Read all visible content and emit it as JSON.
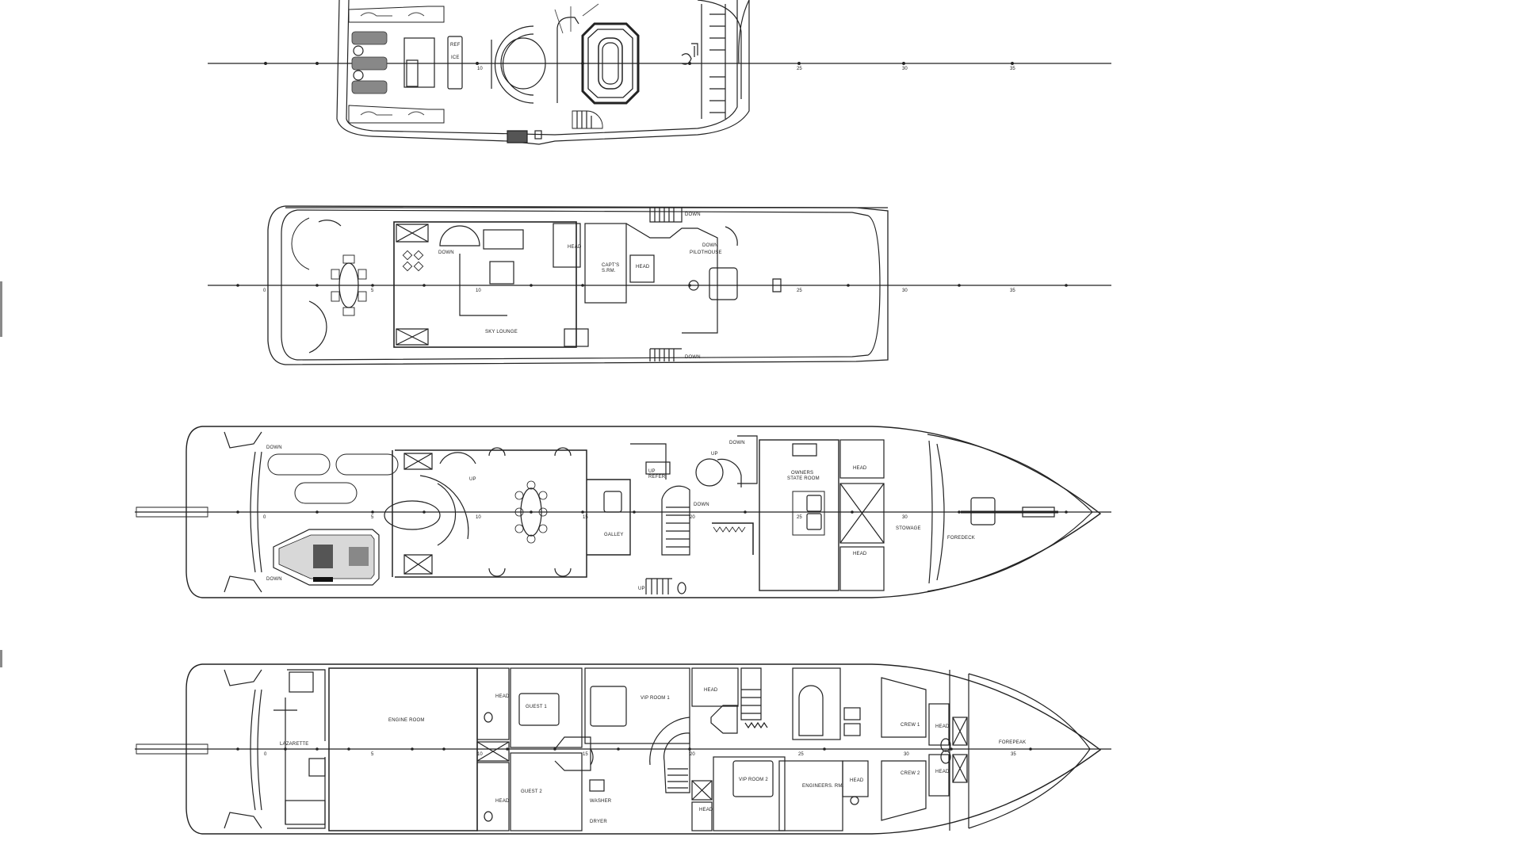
{
  "drawing": {
    "subject": "Yacht general arrangement deck plans",
    "background": "#ffffff",
    "line_color": "#222222",
    "frame_ticks": [
      "0",
      "5",
      "10",
      "15",
      "20",
      "25",
      "30",
      "35"
    ]
  },
  "decks": [
    {
      "id": "sun-deck",
      "labels": {
        "ref": "REF",
        "ice": "ICE",
        "tick_10": "10",
        "tick_25": "25",
        "tick_30": "30",
        "tick_35": "35"
      },
      "features": [
        "sun-loungers",
        "bar",
        "curved-settee",
        "jacuzzi",
        "spiral-stair",
        "helm-station",
        "tender-crane"
      ]
    },
    {
      "id": "bridge-deck",
      "labels": {
        "down_aft": "DOWN",
        "down_stbd": "DOWN",
        "down_port": "DOWN",
        "down_pilot": "DOWN",
        "head": "HEAD",
        "capts_line1": "CAPT'S",
        "capts_line2": "S.RM.",
        "head_2": "HEAD",
        "pilothouse": "PILOTHOUSE",
        "sky_lounge": "SKY LOUNGE",
        "tick_0": "0",
        "tick_5": "5",
        "tick_10": "10",
        "tick_25": "25",
        "tick_30": "30",
        "tick_35": "35"
      }
    },
    {
      "id": "main-deck",
      "labels": {
        "down_stbd": "DOWN",
        "down_port": "DOWN",
        "up_1": "UP",
        "up_2": "UP",
        "up_3": "UP",
        "up_4": "UP",
        "down_mid": "DOWN",
        "down_fwd": "DOWN",
        "refer": "REFER",
        "galley": "GALLEY",
        "owners_line1": "OWNERS",
        "owners_line2": "STATE ROOM",
        "head_stbd": "HEAD",
        "head_port": "HEAD",
        "stowage": "STOWAGE",
        "foredeck": "FOREDECK",
        "tick_0": "0",
        "tick_5": "5",
        "tick_10": "10",
        "tick_15": "15",
        "tick_20": "20",
        "tick_25": "25",
        "tick_30": "30"
      }
    },
    {
      "id": "lower-deck",
      "labels": {
        "lazarette": "LAZARETTE",
        "engine_room": "ENGINE ROOM",
        "head_1": "HEAD",
        "head_2": "HEAD",
        "guest_1": "GUEST 1",
        "guest_2": "GUEST 2",
        "vip_room_1": "VIP ROOM 1",
        "vip_room_2": "VIP ROOM 2",
        "head_3": "HEAD",
        "head_4": "HEAD",
        "engineers": "ENGINEERS. RM.",
        "head_5": "HEAD",
        "crew_1": "CREW 1",
        "crew_2": "CREW 2",
        "head_6": "HEAD",
        "head_7": "HEAD",
        "forepeak": "FOREPEAK",
        "washer": "WASHER",
        "dryer": "DRYER",
        "tick_0": "0",
        "tick_5": "5",
        "tick_10": "10",
        "tick_15": "15",
        "tick_20": "20",
        "tick_25": "25",
        "tick_30": "30",
        "tick_35": "35"
      }
    }
  ]
}
